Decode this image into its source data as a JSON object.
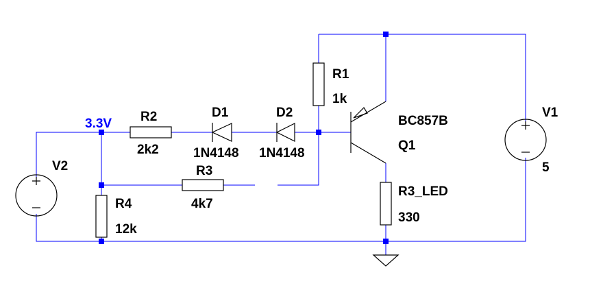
{
  "components": {
    "v1": {
      "ref": "V1",
      "value": "5"
    },
    "v2": {
      "ref": "V2"
    },
    "r1": {
      "ref": "R1",
      "value": "1k"
    },
    "r2": {
      "ref": "R2",
      "value": "2k2"
    },
    "r3": {
      "ref": "R3",
      "value": "4k7"
    },
    "r4": {
      "ref": "R4",
      "value": "12k"
    },
    "r3_led": {
      "ref": "R3_LED",
      "value": "330"
    },
    "d1": {
      "ref": "D1",
      "value": "1N4148"
    },
    "d2": {
      "ref": "D2",
      "value": "1N4148"
    },
    "q1": {
      "ref": "Q1",
      "value": "BC857B"
    }
  },
  "net_labels": {
    "n1": "3.3V"
  },
  "colors": {
    "wire": "#0000ff",
    "component": "#000000",
    "background": "#ffffff"
  }
}
